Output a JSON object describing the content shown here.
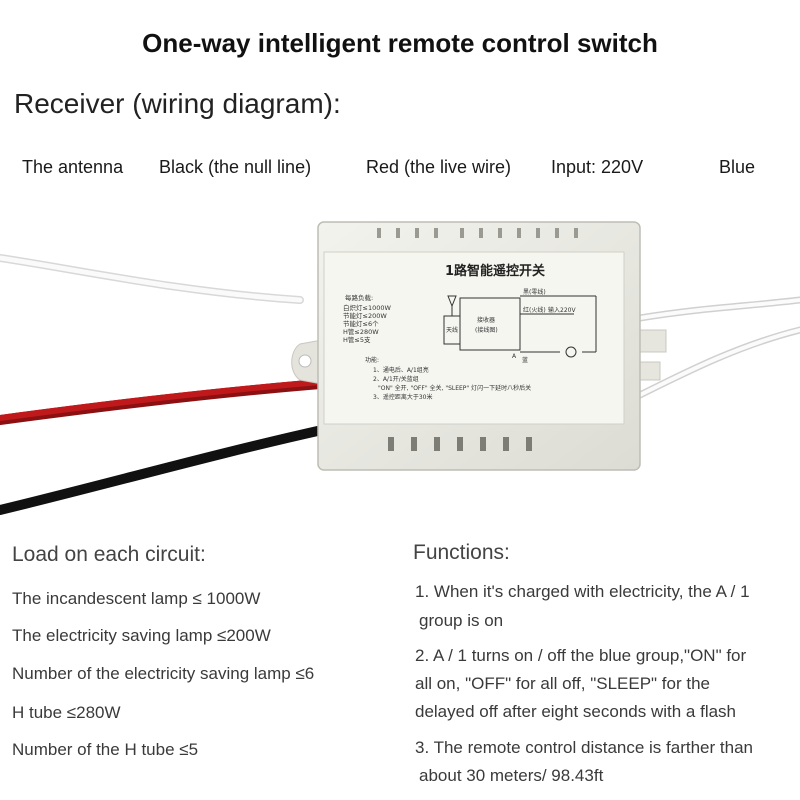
{
  "title": "One-way intelligent remote control switch",
  "subtitle": "Receiver (wiring diagram):",
  "wire_labels": {
    "antenna": "The antenna",
    "black": "Black (the null line)",
    "red": "Red (the live wire)",
    "input": "Input: 220V",
    "blue": "Blue"
  },
  "device": {
    "label_title": "1路智能遥控开关",
    "load_lines": [
      "每路负载:",
      "白炽灯≤1000W",
      "节能灯≤200W",
      "节能灯≤6个",
      "H管≤280W",
      "H管≤5支"
    ],
    "diagram_left": "天线",
    "diagram_center": [
      "接收器",
      "(接线图)"
    ],
    "diagram_right": [
      "黑(零线)",
      "红(火线)",
      "输入220V"
    ],
    "diagram_bottom_letter": "A",
    "diagram_blue": "蓝",
    "function_lines": [
      "功能:",
      "1、通电后、A/1组亮",
      "2、A/1开/关蓝组",
      "\"ON\" 全开, \"OFF\" 全关, \"SLEEP\" 灯闪一下延时八秒后关",
      "3、遥控距离大于30米"
    ]
  },
  "load": {
    "heading": "Load on each circuit:",
    "items": [
      "The incandescent lamp ≤ 1000W",
      "The electricity saving lamp ≤200W",
      "Number of the electricity saving lamp ≤6",
      "H tube ≤280W",
      "Number of the H tube ≤5"
    ]
  },
  "functions": {
    "heading": "Functions:",
    "lines": [
      "1. When it's charged with electricity, the A / 1",
      "group is on",
      "2. A / 1 turns on / off the blue group,\"ON\" for",
      "all on, \"OFF\" for all off, \"SLEEP\" for the",
      "delayed off after eight seconds with a flash",
      "3. The remote control distance is farther than",
      "about 30 meters/ 98.43ft"
    ]
  },
  "colors": {
    "red_wire": "#c0191c",
    "black_wire": "#1a1a1a",
    "white_wire": "#f4f4f4",
    "housing": "#ecece6"
  }
}
